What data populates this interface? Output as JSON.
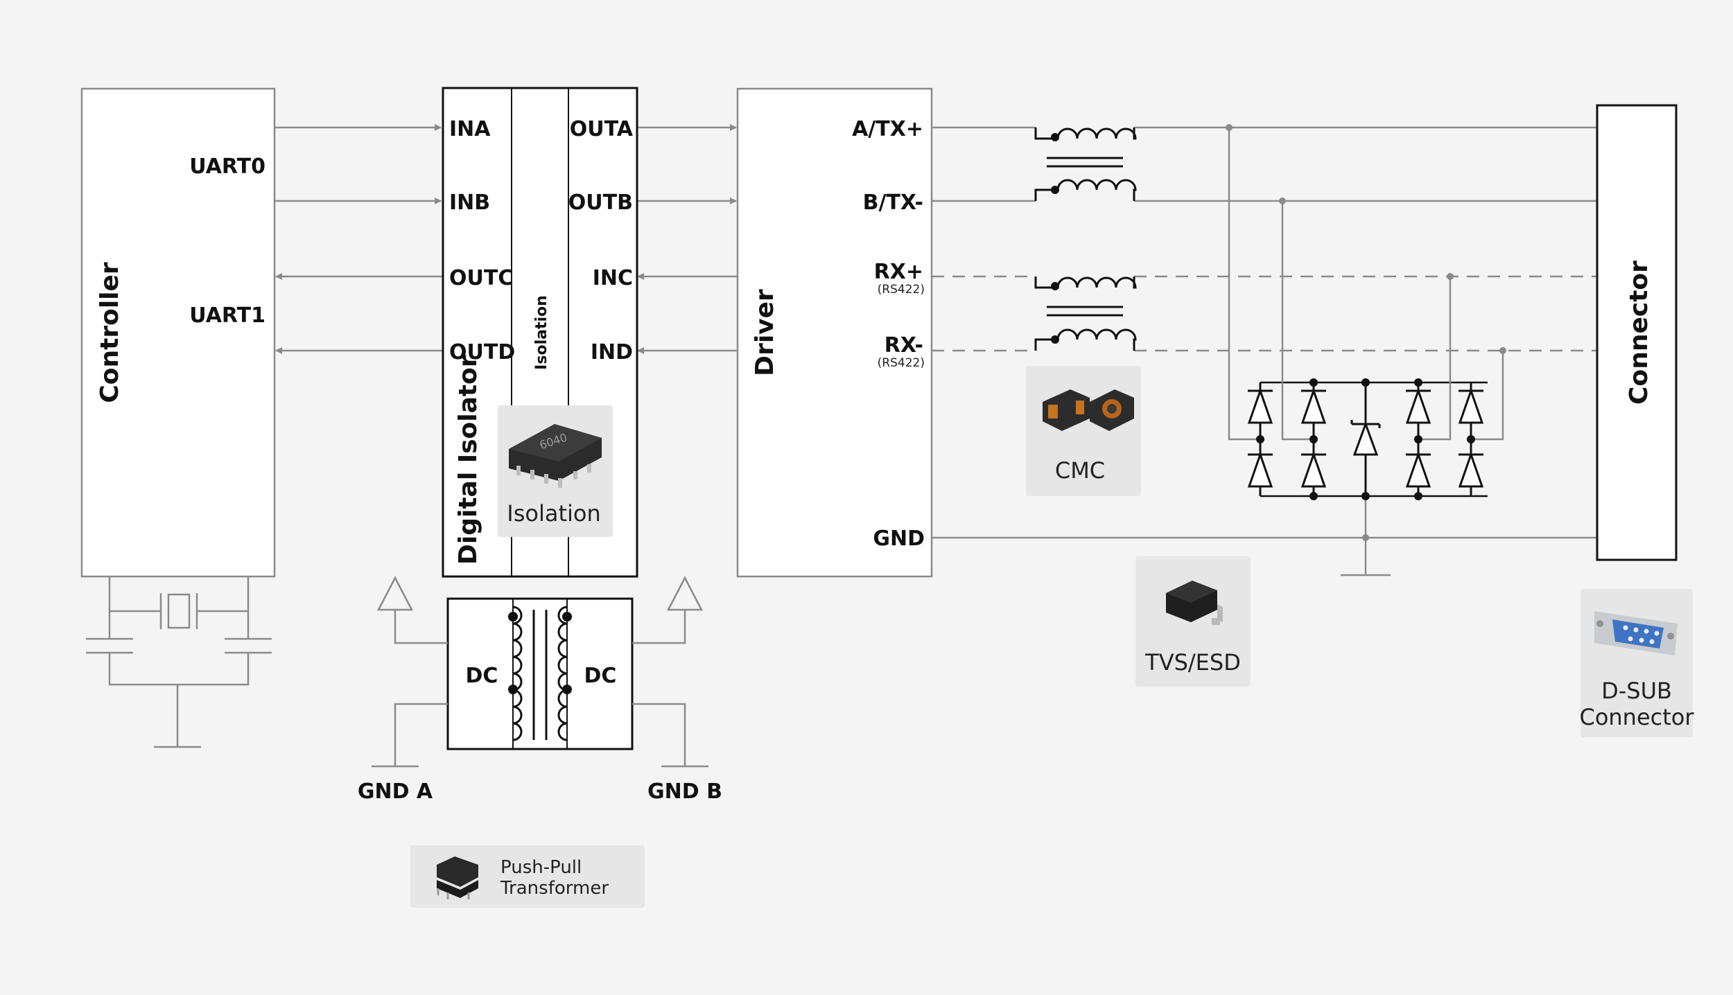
{
  "controller": {
    "title": "Controller",
    "uart0": "UART0",
    "uart1": "UART1"
  },
  "isolator": {
    "title": "Digital Isolator",
    "barrier": "Isolation",
    "inputs": [
      "INA",
      "INB",
      "OUTC",
      "OUTD"
    ],
    "outputs": [
      "OUTA",
      "OUTB",
      "INC",
      "IND"
    ]
  },
  "dcdc": {
    "left": "DC",
    "right": "DC",
    "gnd_a": "GND A",
    "gnd_b": "GND B"
  },
  "driver": {
    "title": "Driver",
    "pins": [
      "A/TX+",
      "B/TX-",
      "RX+",
      "RX-"
    ],
    "rs422": "(RS422)",
    "gnd": "GND"
  },
  "connector": {
    "title": "Connector"
  },
  "cards": {
    "isolation": {
      "label": "Isolation",
      "chip_text": "6040"
    },
    "cmc": {
      "label": "CMC"
    },
    "tvs": {
      "label": "TVS/ESD"
    },
    "dsub": {
      "line1": "D-SUB",
      "line2": "Connector"
    },
    "push_pull": {
      "line1": "Push-Pull",
      "line2": "Transformer"
    }
  }
}
